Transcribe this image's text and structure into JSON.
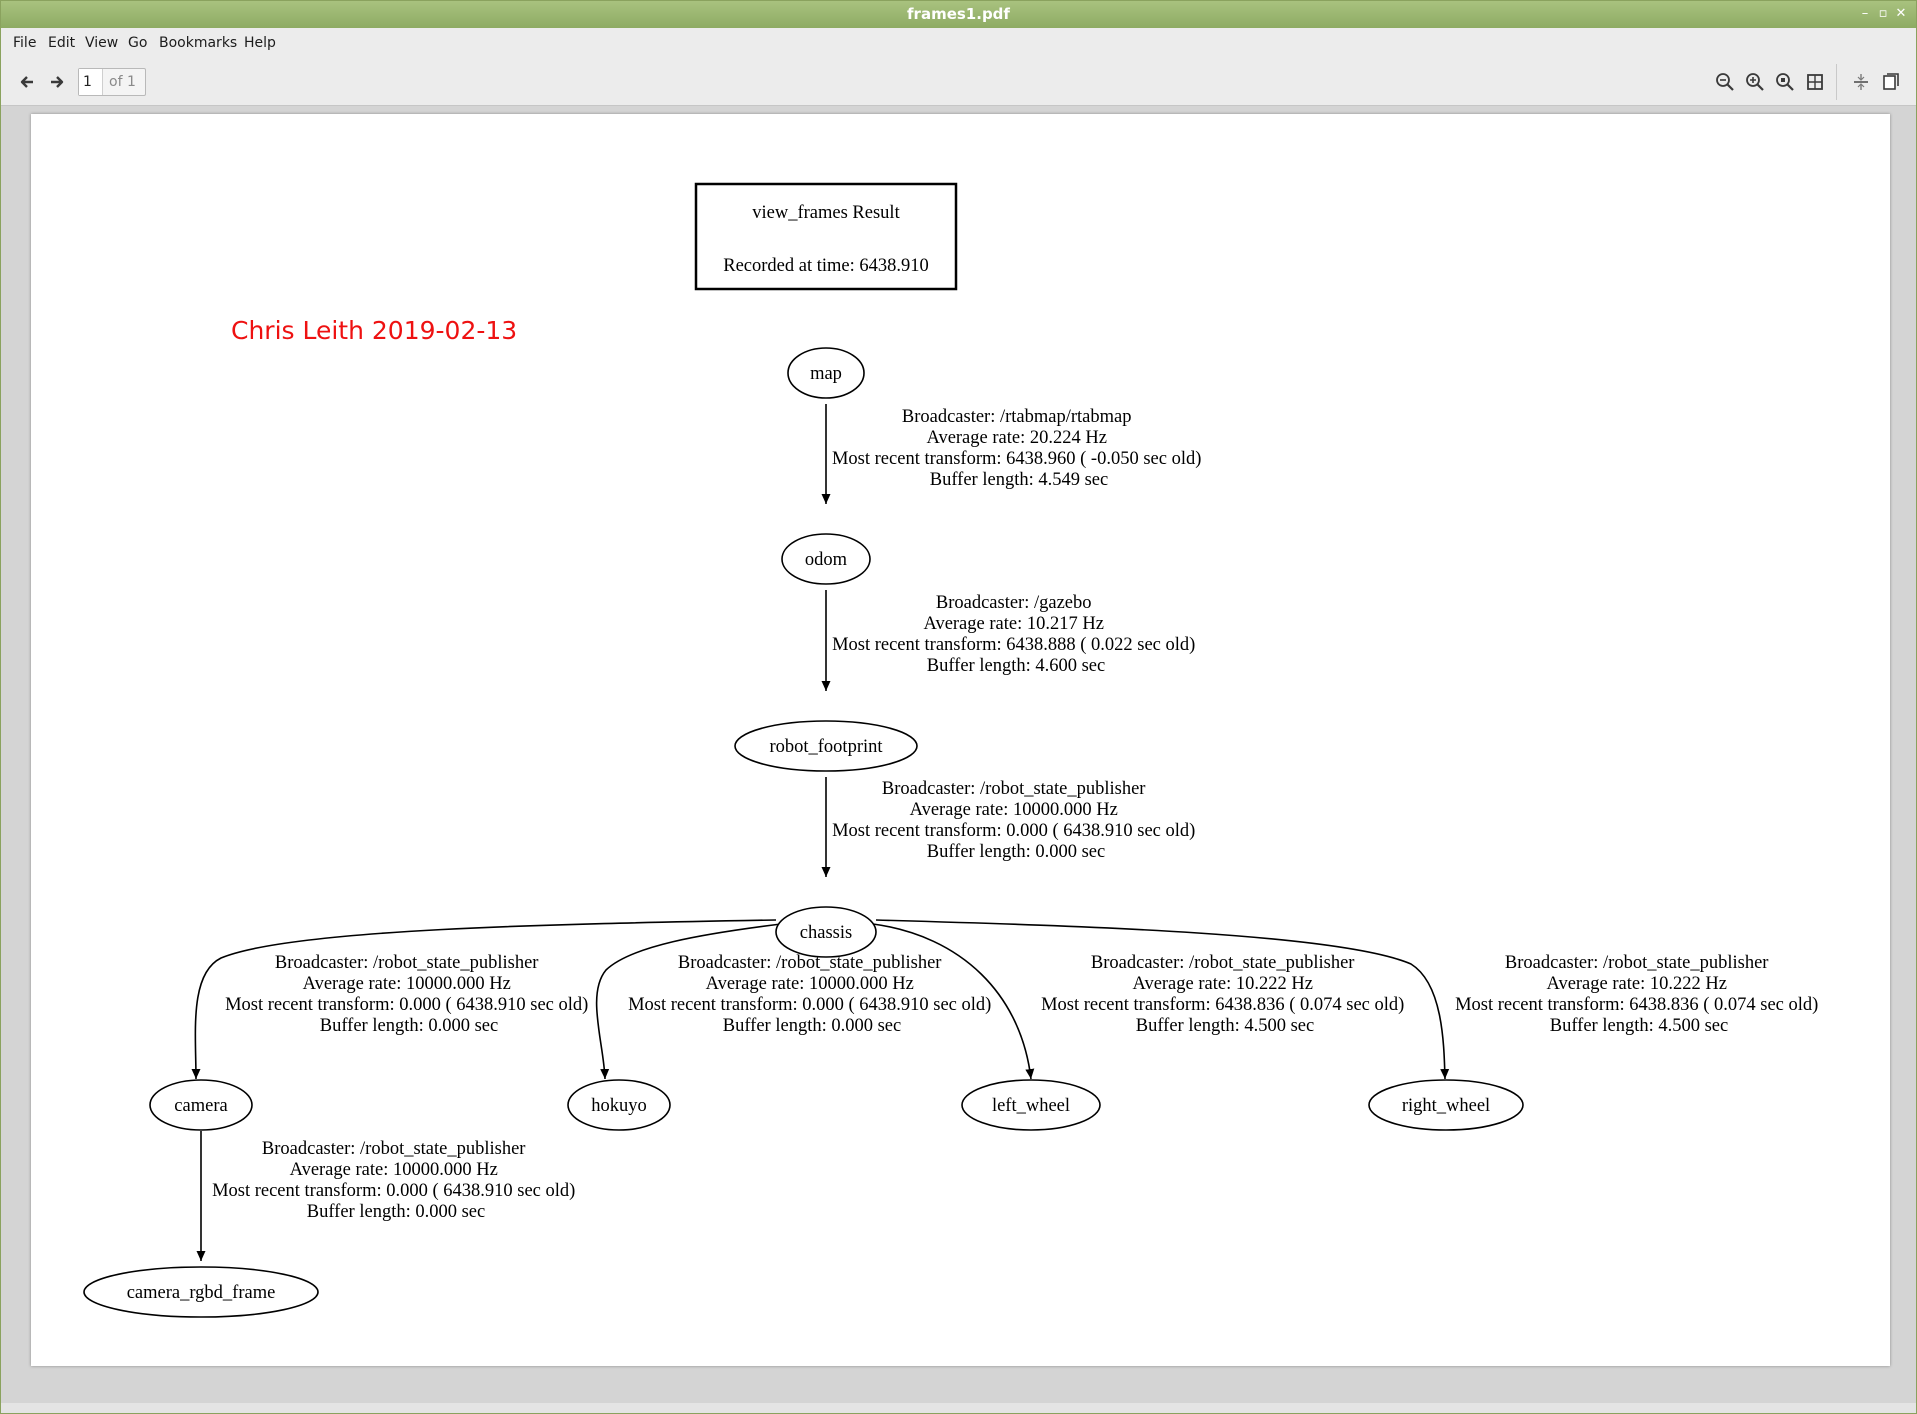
{
  "window": {
    "title": "frames1.pdf"
  },
  "menu": [
    "File",
    "Edit",
    "View",
    "Go",
    "Bookmarks",
    "Help"
  ],
  "toolbar": {
    "page_number": "1",
    "page_total": "of 1",
    "icons": [
      "back-arrow-icon",
      "forward-arrow-icon",
      "zoom-out-icon",
      "zoom-in-icon",
      "zoom-fit-icon",
      "zoom-page-icon",
      "continuous-icon",
      "dual-page-icon"
    ]
  },
  "document": {
    "header": {
      "title": "view_frames Result",
      "recorded": "Recorded at time: 6438.910"
    },
    "annotation": "Chris Leith 2019-02-13",
    "nodes": {
      "map": "map",
      "odom": "odom",
      "robot_footprint": "robot_footprint",
      "chassis": "chassis",
      "camera": "camera",
      "hokuyo": "hokuyo",
      "left_wheel": "left_wheel",
      "right_wheel": "right_wheel",
      "camera_rgbd_frame": "camera_rgbd_frame"
    },
    "edges": {
      "map_odom": [
        "Broadcaster: /rtabmap/rtabmap",
        "Average rate: 20.224 Hz",
        "Most recent transform: 6438.960 ( -0.050 sec old)",
        "Buffer length: 4.549 sec"
      ],
      "odom_footprint": [
        "Broadcaster: /gazebo",
        "Average rate: 10.217 Hz",
        "Most recent transform: 6438.888 ( 0.022 sec old)",
        "Buffer length: 4.600 sec"
      ],
      "footprint_chassis": [
        "Broadcaster: /robot_state_publisher",
        "Average rate: 10000.000 Hz",
        "Most recent transform: 0.000 ( 6438.910 sec old)",
        "Buffer length: 0.000 sec"
      ],
      "chassis_camera": [
        "Broadcaster: /robot_state_publisher",
        "Average rate: 10000.000 Hz",
        "Most recent transform: 0.000 ( 6438.910 sec old)",
        "Buffer length: 0.000 sec"
      ],
      "chassis_hokuyo": [
        "Broadcaster: /robot_state_publisher",
        "Average rate: 10000.000 Hz",
        "Most recent transform: 0.000 ( 6438.910 sec old)",
        "Buffer length: 0.000 sec"
      ],
      "chassis_left_wheel": [
        "Broadcaster: /robot_state_publisher",
        "Average rate: 10.222 Hz",
        "Most recent transform: 6438.836 ( 0.074 sec old)",
        "Buffer length: 4.500 sec"
      ],
      "chassis_right_wheel": [
        "Broadcaster: /robot_state_publisher",
        "Average rate: 10.222 Hz",
        "Most recent transform: 6438.836 ( 0.074 sec old)",
        "Buffer length: 4.500 sec"
      ],
      "camera_rgbd": [
        "Broadcaster: /robot_state_publisher",
        "Average rate: 10000.000 Hz",
        "Most recent transform: 0.000 ( 6438.910 sec old)",
        "Buffer length: 0.000 sec"
      ]
    }
  }
}
